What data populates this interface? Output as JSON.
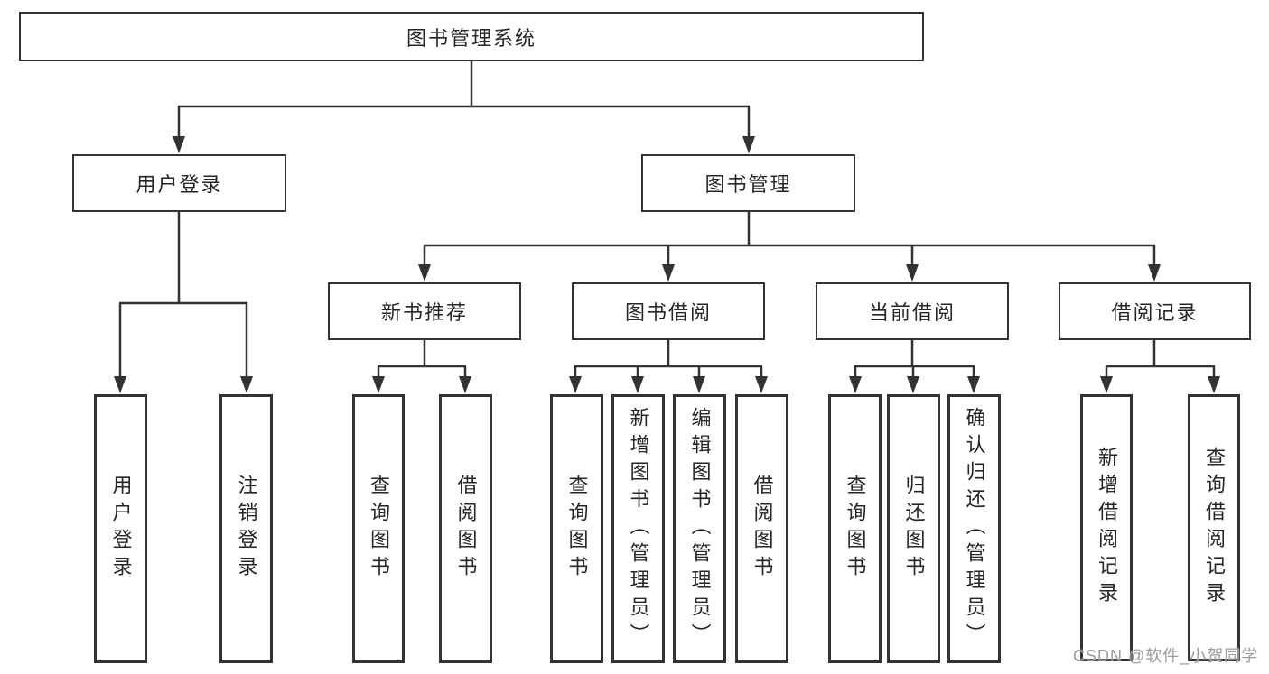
{
  "tree": {
    "label": "图书管理系统",
    "children": [
      {
        "label": "用户登录",
        "children": [
          {
            "label": "用户登录"
          },
          {
            "label": "注销登录"
          }
        ]
      },
      {
        "label": "图书管理",
        "children": [
          {
            "label": "新书推荐",
            "children": [
              {
                "label": "查询图书"
              },
              {
                "label": "借阅图书"
              }
            ]
          },
          {
            "label": "图书借阅",
            "children": [
              {
                "label": "查询图书"
              },
              {
                "label": "新增图书（管理员）"
              },
              {
                "label": "编辑图书（管理员）"
              },
              {
                "label": "借阅图书"
              }
            ]
          },
          {
            "label": "当前借阅",
            "children": [
              {
                "label": "查询图书"
              },
              {
                "label": "归还图书"
              },
              {
                "label": "确认归还（管理员）"
              }
            ]
          },
          {
            "label": "借阅记录",
            "children": [
              {
                "label": "新增借阅记录"
              },
              {
                "label": "查询借阅记录"
              }
            ]
          }
        ]
      }
    ]
  },
  "watermark": {
    "text": "CSDN @软件_小贺同学"
  },
  "colors": {
    "line": "#333333",
    "box_border": "#333333",
    "text": "#262626",
    "watermark": "#9b9b9b",
    "background": "#ffffff"
  }
}
